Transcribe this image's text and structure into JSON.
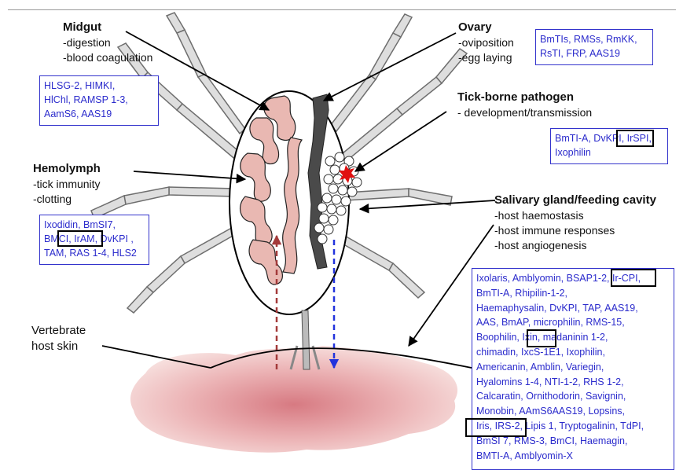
{
  "labels": {
    "midgut": {
      "title": "Midgut",
      "items": [
        "-digestion",
        "-blood coagulation"
      ]
    },
    "ovary": {
      "title": "Ovary",
      "items": [
        "-oviposition",
        "-egg laying"
      ]
    },
    "pathogen": {
      "title": "Tick-borne pathogen",
      "items": [
        "- development/transmission"
      ]
    },
    "hemolymph": {
      "title": "Hemolymph",
      "items": [
        "-tick immunity",
        "-clotting"
      ]
    },
    "salivary": {
      "title": "Salivary gland/feeding cavity",
      "items": [
        "-host haemostasis",
        "-host immune responses",
        "-host angiogenesis"
      ]
    },
    "host_skin": [
      "Vertebrate",
      "host skin"
    ]
  },
  "boxes": {
    "midgut": [
      "HLSG-2, HIMKI,",
      "HlChl, RAMSP 1-3,",
      "AamS6, AAS19"
    ],
    "ovary": [
      "BmTIs, RMSs, RmKK,",
      "RsTI, FRP, AAS19"
    ],
    "pathogen": [
      "BmTI-A, DvKPI, IrSPI,",
      "Ixophilin"
    ],
    "hemolymph": [
      "Ixodidin, BmSI7,",
      "BMCI, IrAM, DvKPI ,",
      "TAM, RAS 1-4, HLS2"
    ],
    "salivary": [
      "Ixolaris, Amblyomin, BSAP1-2, Ir-CPI,",
      "BmTI-A, Rhipilin-1-2,",
      "Haemaphysalin, DvKPI, TAP, AAS19,",
      "AAS, BmAP, microphilin, RMS-15,",
      "Boophilin, Ixin, madaninin 1-2,",
      "chimadin, IxcS-1E1, Ixophilin,",
      "Americanin, Amblin, Variegin,",
      "Hyalomins 1-4, NTI-1-2, RHS 1-2,",
      "Calcaratin, Ornithodorin, Savignin,",
      "Monobin, AAmS6AAS19, Lopsins,",
      "Iris, IRS-2, Lipis 1, Tryptogalinin, TdPI,",
      "BmSI 7, RMS-3, BmCI, Haemagin,",
      "BMTI-A, Amblyomin-X"
    ]
  },
  "colors": {
    "box_text": "#2b2bcc",
    "midgut_fill": "#e9b8b2",
    "ovary_fill": "#4a4a4a",
    "arrow_blood": "#a33a3a",
    "arrow_saliva": "#2233dd"
  }
}
